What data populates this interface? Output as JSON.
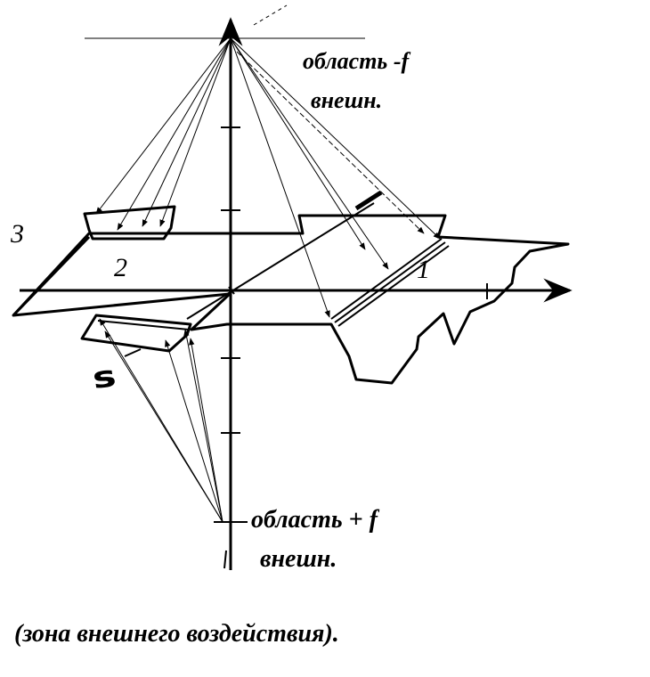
{
  "labels": {
    "top_area": "область -f",
    "top_ext": "внешн.",
    "bottom_area": "область + f",
    "bottom_ext": "внешн.",
    "caption": "(зона  внешнего  воздействия).",
    "n1": "1",
    "n2": "2",
    "n3": "3",
    "s": "s"
  },
  "colors": {
    "ink": "#000000",
    "background": "#ffffff"
  }
}
